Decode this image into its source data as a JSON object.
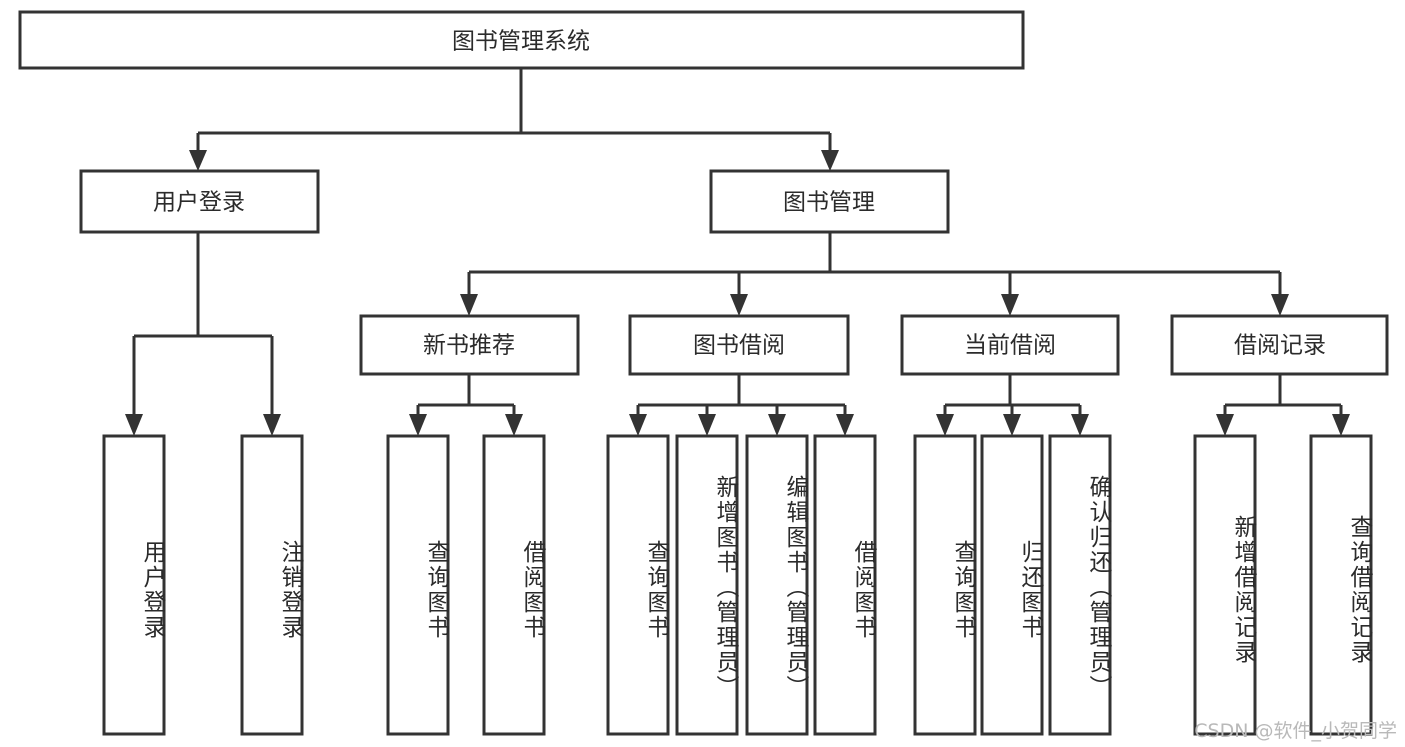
{
  "diagram": {
    "type": "tree-flowchart",
    "title": "图书管理系统",
    "watermark": "CSDN @软件_小贺同学",
    "colors": {
      "box_fill": "#ffffff",
      "box_stroke": "#333333",
      "text": "#2b2b2b",
      "watermark": "#b9b9b9",
      "background": "#ffffff"
    },
    "root": {
      "label": "图书管理系统"
    },
    "level2": [
      {
        "label": "用户登录"
      },
      {
        "label": "图书管理"
      }
    ],
    "level3": [
      {
        "label": "新书推荐"
      },
      {
        "label": "图书借阅"
      },
      {
        "label": "当前借阅"
      },
      {
        "label": "借阅记录"
      }
    ],
    "leaves_user_login": [
      {
        "label": "用户登录"
      },
      {
        "label": "注销登录"
      }
    ],
    "leaves_new_book": [
      {
        "label": "查询图书"
      },
      {
        "label": "借阅图书"
      }
    ],
    "leaves_book_borrow": [
      {
        "label": "查询图书"
      },
      {
        "label": "新增图书（管理员）"
      },
      {
        "label": "编辑图书（管理员）"
      },
      {
        "label": "借阅图书"
      }
    ],
    "leaves_current_borrow": [
      {
        "label": "查询图书"
      },
      {
        "label": "归还图书"
      },
      {
        "label": "确认归还（管理员）"
      }
    ],
    "leaves_borrow_record": [
      {
        "label": "新增借阅记录"
      },
      {
        "label": "查询借阅记录"
      }
    ]
  }
}
